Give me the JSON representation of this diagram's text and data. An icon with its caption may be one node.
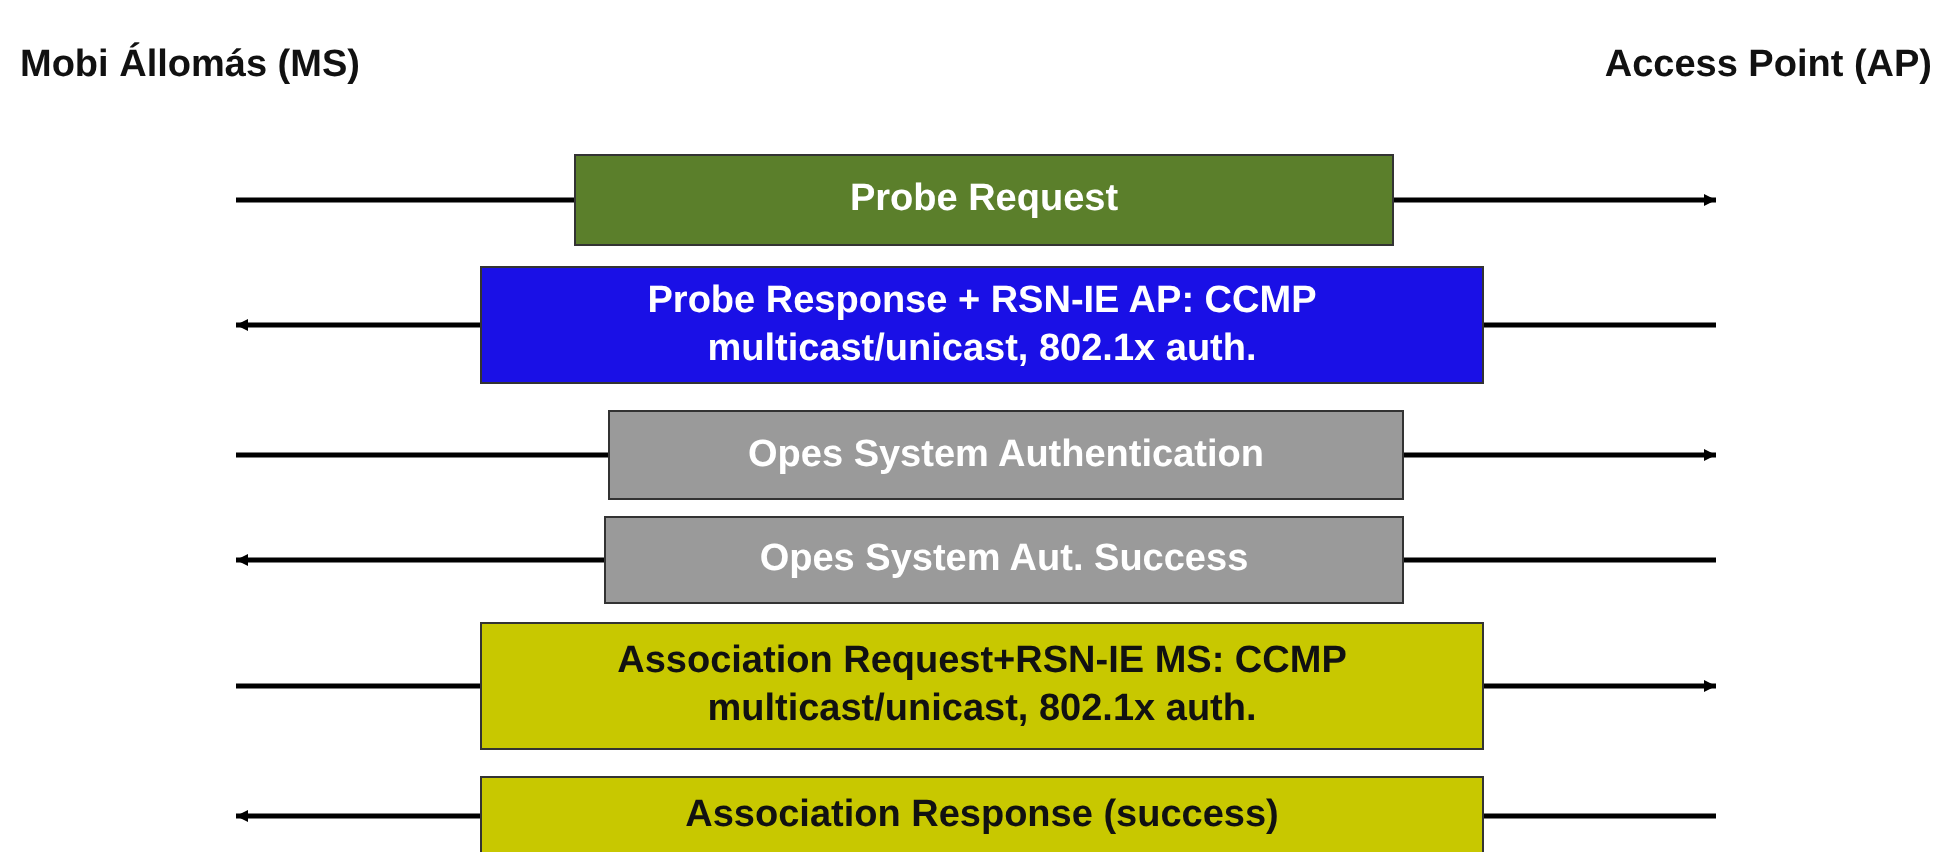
{
  "diagram": {
    "nodes": [
      {
        "text": [
          "Mobi Állomás (MS)"
        ]
      },
      {
        "text": [
          "Access Point (AP)"
        ]
      },
      {
        "text": [
          "Probe Request"
        ]
      },
      {
        "text": [
          "Probe Response + RSN-IE AP: CCMP multicast/unicast, 802.1x auth."
        ]
      },
      {
        "text": [
          "Opes System Authentication"
        ]
      },
      {
        "text": [
          "Opes System Aut. Success"
        ]
      },
      {
        "text": [
          "Association Request+RSN-IE MS: CCMP multicast/unicast, 802.1x auth."
        ]
      },
      {
        "text": [
          "Association Response (success)"
        ]
      }
    ],
    "edges": [
      {
        "from": null,
        "to": 2,
        "arrow": "none"
      },
      {
        "from": 2,
        "to": null,
        "arrow": "to"
      },
      {
        "from": null,
        "to": 3,
        "arrow": "none"
      },
      {
        "from": 3,
        "to": null,
        "arrow": "to"
      },
      {
        "from": null,
        "to": 4,
        "arrow": "none"
      },
      {
        "from": 4,
        "to": null,
        "arrow": "to"
      },
      {
        "from": null,
        "to": 5,
        "arrow": "none"
      },
      {
        "from": 5,
        "to": null,
        "arrow": "to"
      },
      {
        "from": null,
        "to": 6,
        "arrow": "none"
      },
      {
        "from": 6,
        "to": null,
        "arrow": "to"
      },
      {
        "from": null,
        "to": 7,
        "arrow": "none"
      },
      {
        "from": 7,
        "to": null,
        "arrow": "to"
      }
    ]
  }
}
